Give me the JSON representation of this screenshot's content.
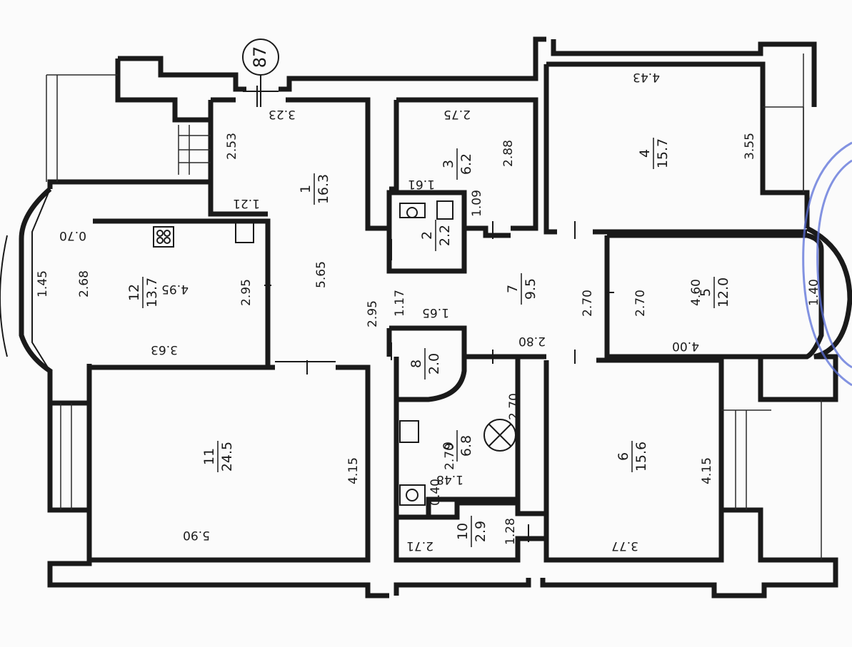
{
  "plan_badge": "87",
  "rooms": [
    {
      "key": "r1",
      "number": "1",
      "area": "16.3"
    },
    {
      "key": "r2",
      "number": "2",
      "area": "2.2"
    },
    {
      "key": "r3",
      "number": "3",
      "area": "6.2"
    },
    {
      "key": "r4",
      "number": "4",
      "area": "15.7"
    },
    {
      "key": "r5",
      "number": "5",
      "area": "12.0"
    },
    {
      "key": "r6",
      "number": "6",
      "area": "15.6"
    },
    {
      "key": "r7",
      "number": "7",
      "area": "9.5"
    },
    {
      "key": "r8",
      "number": "8",
      "area": "2.0"
    },
    {
      "key": "r9",
      "number": "9",
      "area": "6.8"
    },
    {
      "key": "r10",
      "number": "10",
      "area": "2.9"
    },
    {
      "key": "r11",
      "number": "11",
      "area": "24.5"
    },
    {
      "key": "r12",
      "number": "12",
      "area": "13.7"
    }
  ],
  "dimensions": [
    "3.23",
    "2.53",
    "1.21",
    "5.65",
    "2.95",
    "1.17",
    "2.75",
    "2.88",
    "1.61",
    "1.09",
    "4.43",
    "3.55",
    "2.70",
    "2.70",
    "4.60",
    "1.40",
    "4.00",
    "1.65",
    "2.80",
    "2.70",
    "2.70",
    "1.48",
    "0.40",
    "1.28",
    "2.71",
    "4.15",
    "3.77",
    "4.15",
    "5.90",
    "0.70",
    "1.45",
    "2.68",
    "4.95",
    "2.95",
    "3.63"
  ],
  "colors": {
    "ink": "#1a1a1a",
    "stamp": "#5a6fd8"
  }
}
